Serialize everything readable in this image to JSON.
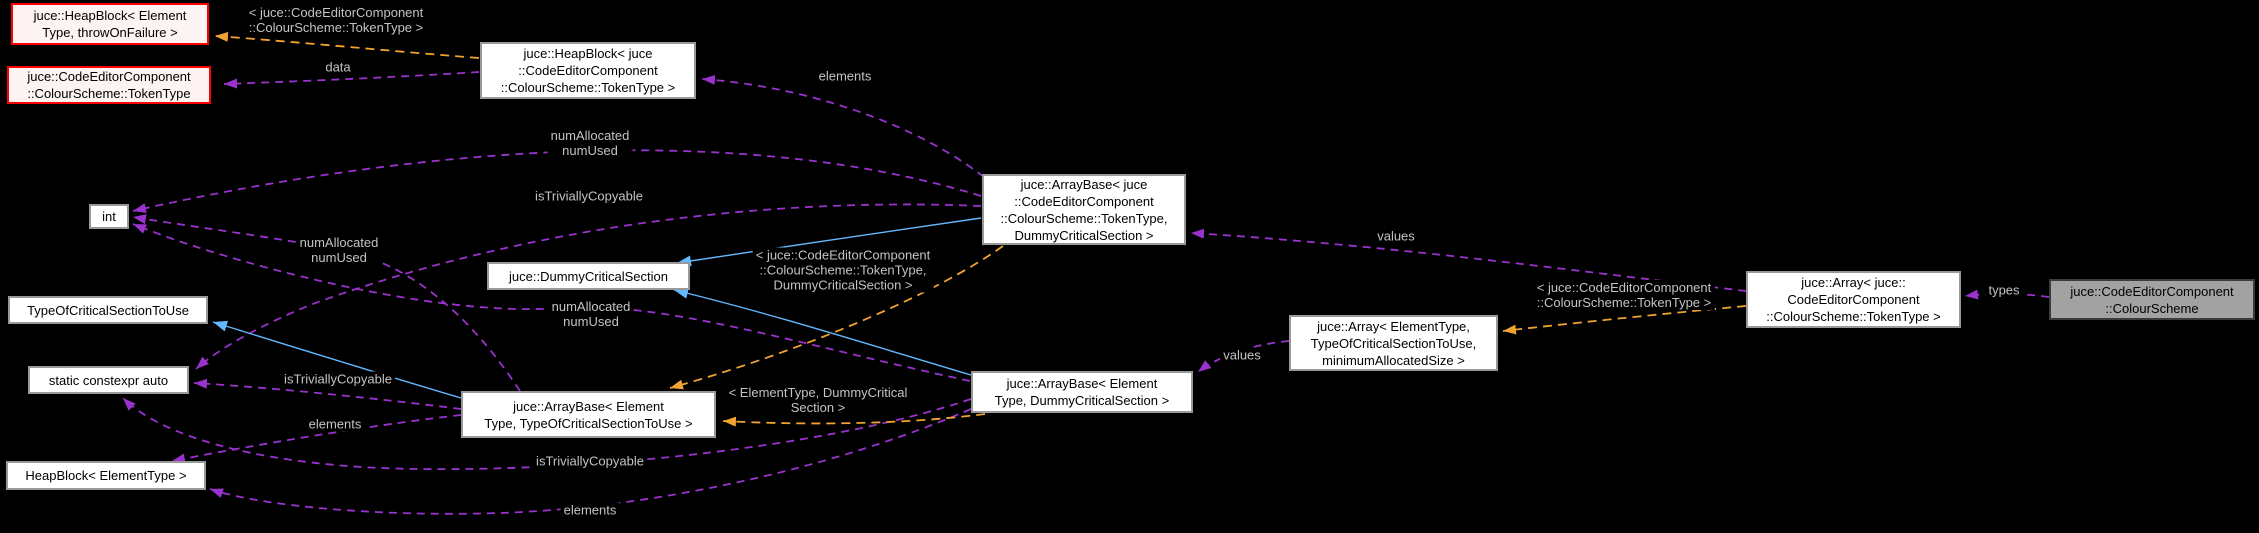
{
  "diagram": {
    "kind": "collaboration-graph",
    "focus_class": "juce::CodeEditorComponent::ColourScheme"
  },
  "colors": {
    "background": "#000000",
    "usage_edge": "#9a32cd",
    "template_edge": "#f0a232",
    "inheritance_edge": "#63b8ff",
    "node_border": "#999999",
    "node_fill": "#ffffff",
    "red_node_border": "#fd0000",
    "red_node_fill": "#fdf3f3",
    "focus_node_fill": "#a2a2a2",
    "focus_node_border": "#3c3c3c",
    "edge_label_text": "#c3c3c3",
    "node_text": "#000000"
  },
  "nodes": {
    "heapblock_template": {
      "label": "juce::HeapBlock< Element\nType, throwOnFailure >"
    },
    "tokentype": {
      "label": "juce::CodeEditorComponent\n::ColourScheme::TokenType"
    },
    "heapblock_juce": {
      "label": "juce::HeapBlock< juce\n::CodeEditorComponent\n::ColourScheme::TokenType >"
    },
    "int_type": {
      "label": "int"
    },
    "dummy_critical_section": {
      "label": "juce::DummyCriticalSection"
    },
    "type_of_critical_section": {
      "label": "TypeOfCriticalSectionToUse"
    },
    "static_constexpr_auto": {
      "label": "static constexpr auto"
    },
    "heapblock_elementtype": {
      "label": "HeapBlock< ElementType >"
    },
    "arraybase_template": {
      "label": "juce::ArrayBase< Element\nType, TypeOfCriticalSectionToUse >"
    },
    "arraybase_juce": {
      "label": "juce::ArrayBase< juce\n::CodeEditorComponent\n::ColourScheme::TokenType,\nDummyCriticalSection >"
    },
    "arraybase_elementtype": {
      "label": "juce::ArrayBase< Element\nType, DummyCriticalSection >"
    },
    "array_template": {
      "label": "juce::Array< ElementType,\nTypeOfCriticalSectionToUse,\nminimumAllocatedSize >"
    },
    "array_juce": {
      "label": "juce::Array< juce::\nCodeEditorComponent\n::ColourScheme::TokenType >"
    },
    "colour_scheme": {
      "label": "juce::CodeEditorComponent\n::ColourScheme"
    }
  },
  "edge_labels": {
    "tokentype_instance_top": "< juce::CodeEditorComponent\n::ColourScheme::TokenType >",
    "data": "data",
    "elements_1": "elements",
    "num_allocated_1": "numAllocated\nnumUsed",
    "is_trivially_copyable_1": "isTriviallyCopyable",
    "tokentype_dcs_instance": "< juce::CodeEditorComponent\n::ColourScheme::TokenType,\nDummyCriticalSection >",
    "num_allocated_2": "numAllocated\nnumUsed",
    "num_allocated_3": "numAllocated\nnumUsed",
    "elementtype_dcs_instance": "< ElementType, DummyCritical\nSection >",
    "values_1": "values",
    "values_2": "values",
    "tokentype_instance_right": "< juce::CodeEditorComponent\n::ColourScheme::TokenType >",
    "types": "types",
    "is_trivially_copyable_2": "isTriviallyCopyable",
    "is_trivially_copyable_3": "isTriviallyCopyable",
    "elements_2": "elements",
    "elements_3": "elements"
  }
}
